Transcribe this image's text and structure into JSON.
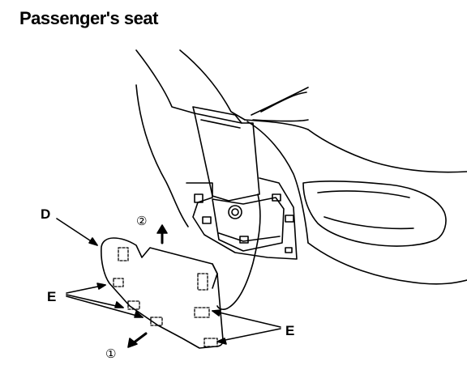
{
  "title": "Passenger's seat",
  "labels": {
    "d": "D",
    "e_left": "E",
    "e_right": "E",
    "step1": "①",
    "step2": "②"
  }
}
